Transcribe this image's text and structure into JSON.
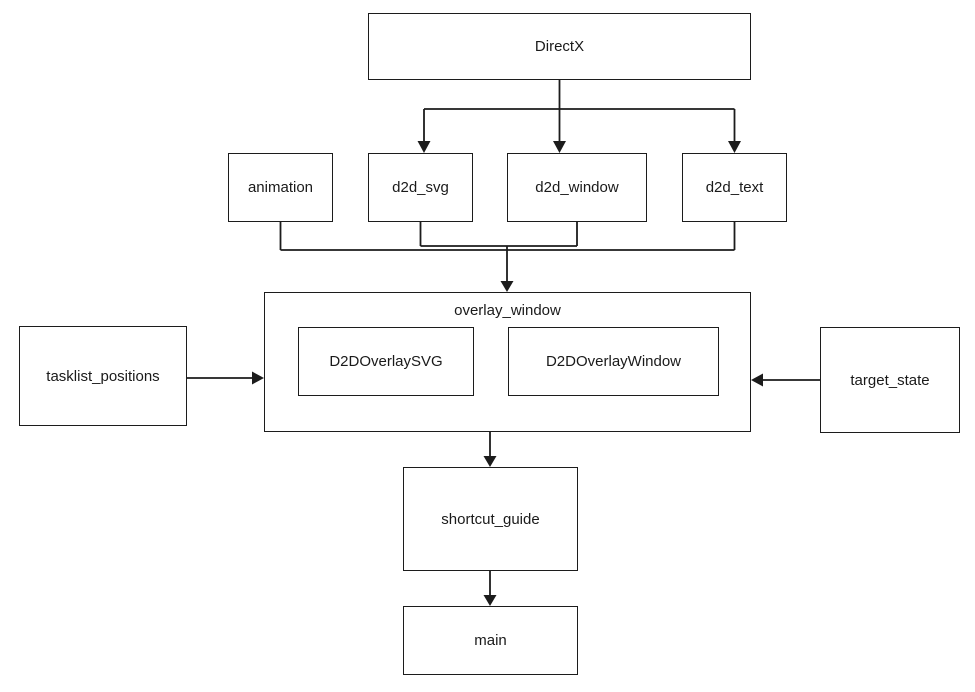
{
  "diagram": {
    "title": "module dependency diagram",
    "colors": {
      "background": "#ffffff",
      "stroke": "#1c1c1c",
      "text": "#1a1a1a"
    },
    "nodes": {
      "directx": {
        "label": "DirectX"
      },
      "animation": {
        "label": "animation"
      },
      "d2d_svg": {
        "label": "d2d_svg"
      },
      "d2d_window": {
        "label": "d2d_window"
      },
      "d2d_text": {
        "label": "d2d_text"
      },
      "overlay_window": {
        "label": "overlay_window"
      },
      "d2doverlaysvg": {
        "label": "D2DOverlaySVG"
      },
      "d2doverlaywindow": {
        "label": "D2DOverlayWindow"
      },
      "tasklist_positions": {
        "label": "tasklist_positions"
      },
      "target_state": {
        "label": "target_state"
      },
      "shortcut_guide": {
        "label": "shortcut_guide"
      },
      "main": {
        "label": "main"
      }
    },
    "edges": [
      {
        "from": "DirectX",
        "to": "d2d_svg"
      },
      {
        "from": "DirectX",
        "to": "d2d_window"
      },
      {
        "from": "DirectX",
        "to": "d2d_text"
      },
      {
        "from": "animation",
        "to": "overlay_window"
      },
      {
        "from": "d2d_svg",
        "to": "overlay_window"
      },
      {
        "from": "d2d_window",
        "to": "overlay_window"
      },
      {
        "from": "d2d_text",
        "to": "overlay_window"
      },
      {
        "from": "tasklist_positions",
        "to": "overlay_window"
      },
      {
        "from": "target_state",
        "to": "overlay_window"
      },
      {
        "from": "overlay_window",
        "to": "shortcut_guide"
      },
      {
        "from": "shortcut_guide",
        "to": "main"
      }
    ]
  }
}
